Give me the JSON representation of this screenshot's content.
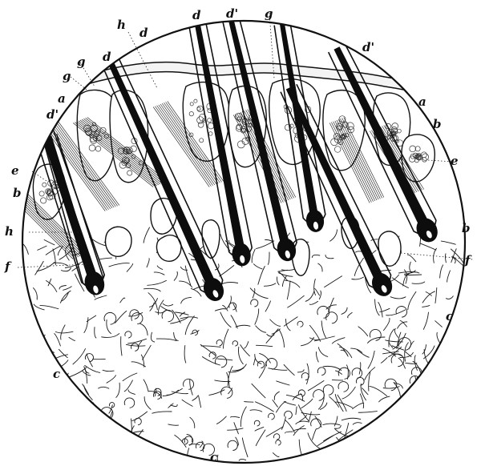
{
  "figure": {
    "labels": {
      "d_top1": "d",
      "dprime_top": "d'",
      "g_top": "g",
      "h_top": "h",
      "d_top2": "d",
      "dprime_right": "d'",
      "g_left1": "g",
      "g_left2": "g",
      "d_left": "d",
      "a_left": "a",
      "dprime_left": "d'",
      "a_right": "a",
      "b_right1": "b",
      "e_left": "e",
      "e_right": "e",
      "b_left": "b",
      "h_left": "h",
      "b_right2": "b",
      "f_left": "f",
      "f_right": "f",
      "c_right": "c",
      "c_left": "c",
      "c_bottom": "c"
    }
  }
}
